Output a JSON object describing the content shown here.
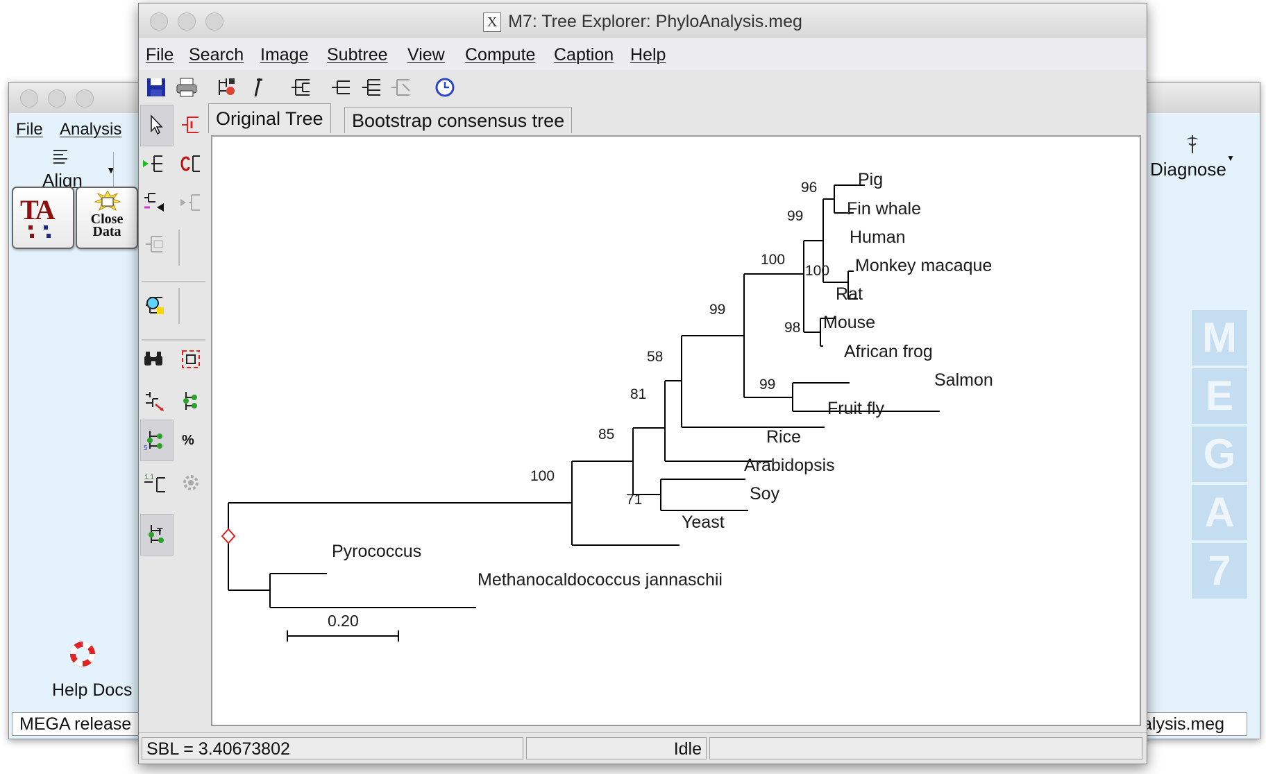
{
  "bg_window": {
    "menu": [
      "File",
      "Analysis"
    ],
    "align_label": "Align",
    "diagnose_label": "Diagnose",
    "ta_letters": "TA",
    "close_data_label": "Close Data",
    "help_docs_label": "Help Docs",
    "status_left": "MEGA release",
    "status_right": "alysis.meg",
    "mega_letters": [
      "M",
      "E",
      "G",
      "A",
      "7"
    ]
  },
  "tree_window": {
    "title": "M7: Tree Explorer: PhyloAnalysis.meg",
    "menu": [
      "File",
      "Search",
      "Image",
      "Subtree",
      "View",
      "Compute",
      "Caption",
      "Help"
    ],
    "tabs": [
      "Original Tree",
      "Bootstrap consensus tree"
    ],
    "status": {
      "sbl": "SBL = 3.40673802",
      "state": "Idle"
    }
  },
  "tree": {
    "taxa": [
      "Pig",
      "Fin whale",
      "Human",
      "Monkey macaque",
      "Rat",
      "Mouse",
      "African frog",
      "Salmon",
      "Fruit fly",
      "Rice",
      "Arabidopsis",
      "Soy",
      "Yeast",
      "Pyrococcus",
      "Methanocaldococcus jannaschii"
    ],
    "bootstrap": [
      "96",
      "99",
      "100",
      "100",
      "99",
      "98",
      "99",
      "58",
      "81",
      "85",
      "71",
      "100"
    ],
    "scale_label": "0.20"
  },
  "colors": {
    "root_marker": "#e02020",
    "branch": "#000000",
    "panel": "#ffffff",
    "mega_tile": "#c5ddf0"
  }
}
